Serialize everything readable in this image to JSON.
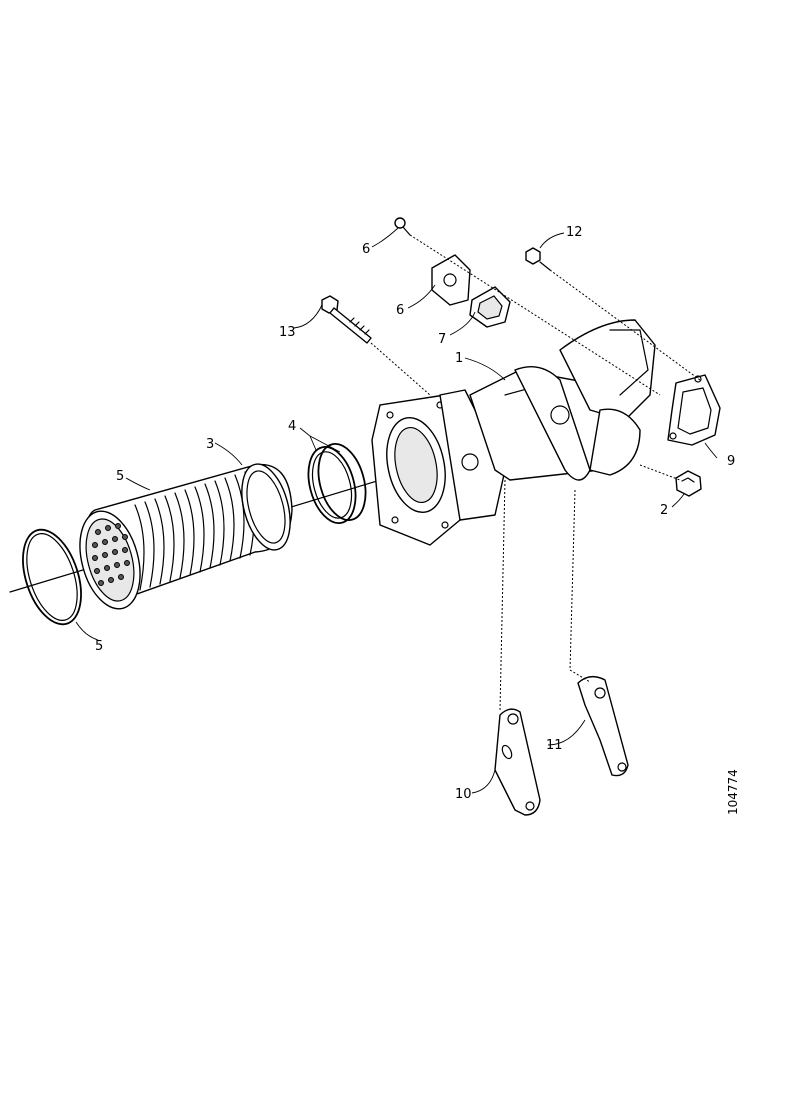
{
  "figure_code": "104774",
  "callouts": {
    "c1": "1",
    "c2": "2",
    "c3": "3",
    "c4": "4",
    "c5a": "5",
    "c5b": "5",
    "c6a": "6",
    "c6b": "6",
    "c7": "7",
    "c9": "9",
    "c10": "10",
    "c11": "11",
    "c12": "12",
    "c13": "13"
  }
}
